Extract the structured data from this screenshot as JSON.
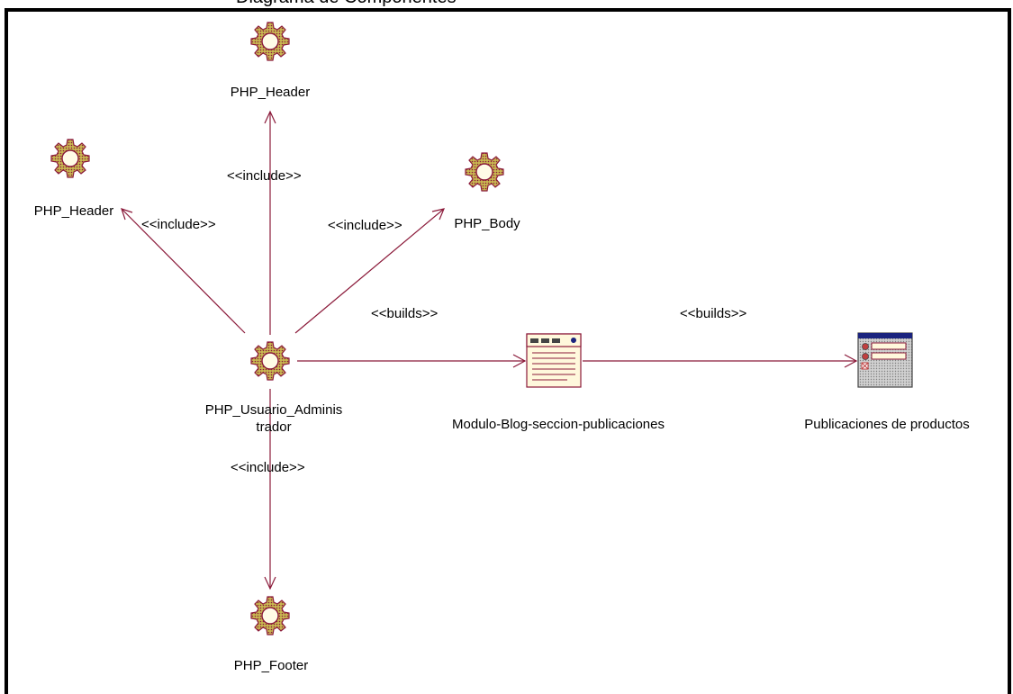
{
  "header": {
    "partial_title": "Diagrama de Componentes"
  },
  "components": [
    {
      "id": "php-header-top",
      "label": "PHP_Header",
      "icon": "gear-component-icon"
    },
    {
      "id": "php-header-left",
      "label": "PHP_Header",
      "icon": "gear-component-icon"
    },
    {
      "id": "php-body",
      "label": "PHP_Body",
      "icon": "gear-component-icon"
    },
    {
      "id": "php-usuario-administrador",
      "label_line1": "PHP_Usuario_Adminis",
      "label_line2": "trador",
      "icon": "gear-component-icon"
    },
    {
      "id": "php-footer",
      "label": "PHP_Footer",
      "icon": "gear-component-icon"
    },
    {
      "id": "modulo-blog",
      "label": "Modulo-Blog-seccion-publicaciones",
      "icon": "web-page-icon"
    },
    {
      "id": "publicaciones",
      "label": "Publicaciones de productos",
      "icon": "web-form-icon"
    }
  ],
  "relations": [
    {
      "from": "php-usuario-administrador",
      "to": "php-header-top",
      "stereotype": "<<include>>"
    },
    {
      "from": "php-usuario-administrador",
      "to": "php-header-left",
      "stereotype": "<<include>>"
    },
    {
      "from": "php-usuario-administrador",
      "to": "php-body",
      "stereotype": "<<include>>"
    },
    {
      "from": "php-usuario-administrador",
      "to": "php-footer",
      "stereotype": "<<include>>"
    },
    {
      "from": "php-usuario-administrador",
      "to": "modulo-blog",
      "stereotype": "<<builds>>"
    },
    {
      "from": "modulo-blog",
      "to": "publicaciones",
      "stereotype": "<<builds>>"
    }
  ],
  "colors": {
    "line": "#8b1a3a",
    "gear_fill": "#c8b850",
    "gear_stroke": "#8b1a3a",
    "page_fill": "#fff8dc",
    "form_fill": "#c0c0c0",
    "titlebar": "#1a237e"
  }
}
